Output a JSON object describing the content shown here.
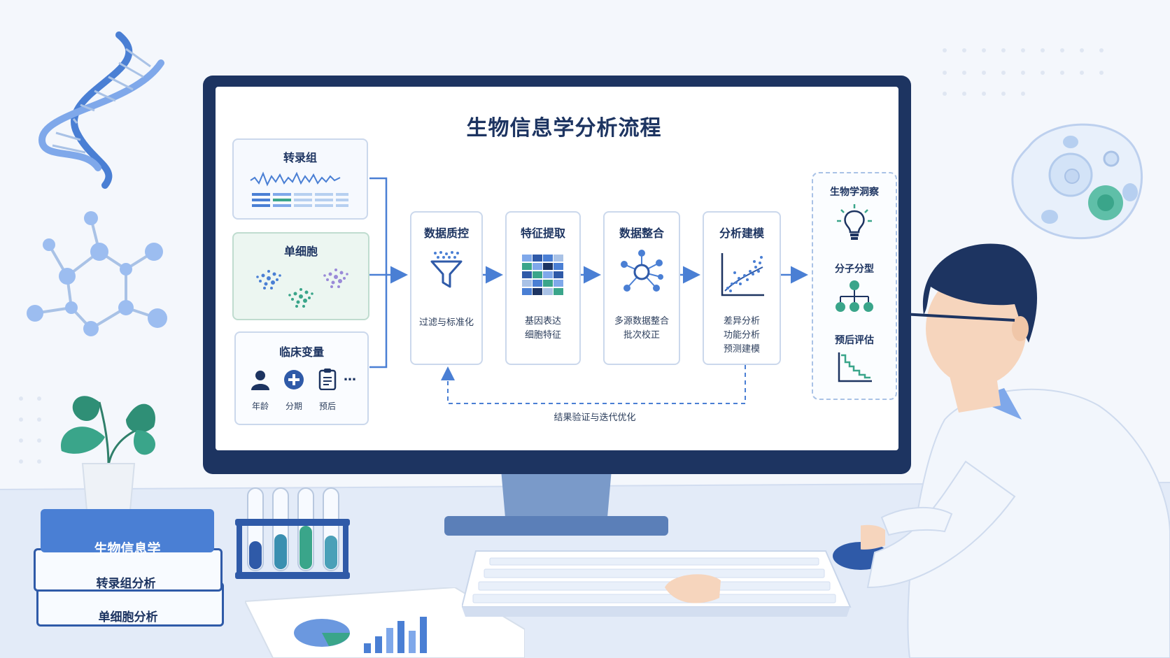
{
  "diagram": {
    "title": "生物信息学分析流程",
    "inputs": [
      {
        "label": "转录组"
      },
      {
        "label": "单细胞"
      },
      {
        "label": "临床变量",
        "items": [
          {
            "label": "年龄",
            "icon": "person-icon"
          },
          {
            "label": "分期",
            "icon": "plus-circle-icon"
          },
          {
            "label": "预后",
            "icon": "clipboard-icon"
          }
        ],
        "more": "…"
      }
    ],
    "steps": [
      {
        "title": "数据质控",
        "desc": [
          "过滤与标准化"
        ],
        "icon": "funnel-icon"
      },
      {
        "title": "特征提取",
        "desc": [
          "基因表达",
          "细胞特征"
        ],
        "icon": "heatmap-icon"
      },
      {
        "title": "数据整合",
        "desc": [
          "多源数据整合",
          "批次校正"
        ],
        "icon": "network-icon"
      },
      {
        "title": "分析建模",
        "desc": [
          "差异分析",
          "功能分析",
          "预测建模"
        ],
        "icon": "scatter-plot-icon"
      }
    ],
    "outputs": [
      {
        "label": "生物学洞察",
        "icon": "lightbulb-icon"
      },
      {
        "label": "分子分型",
        "icon": "hierarchy-icon"
      },
      {
        "label": "预后评估",
        "icon": "survival-curve-icon"
      }
    ],
    "feedback": "结果验证与迭代优化"
  },
  "books": [
    {
      "label": "生物信息学"
    },
    {
      "label": "转录组分析"
    },
    {
      "label": "单细胞分析"
    }
  ],
  "colors": {
    "navy": "#1d3461",
    "blue": "#4a7fd4",
    "teal": "#3aa58a",
    "light": "#cbd8ec"
  }
}
